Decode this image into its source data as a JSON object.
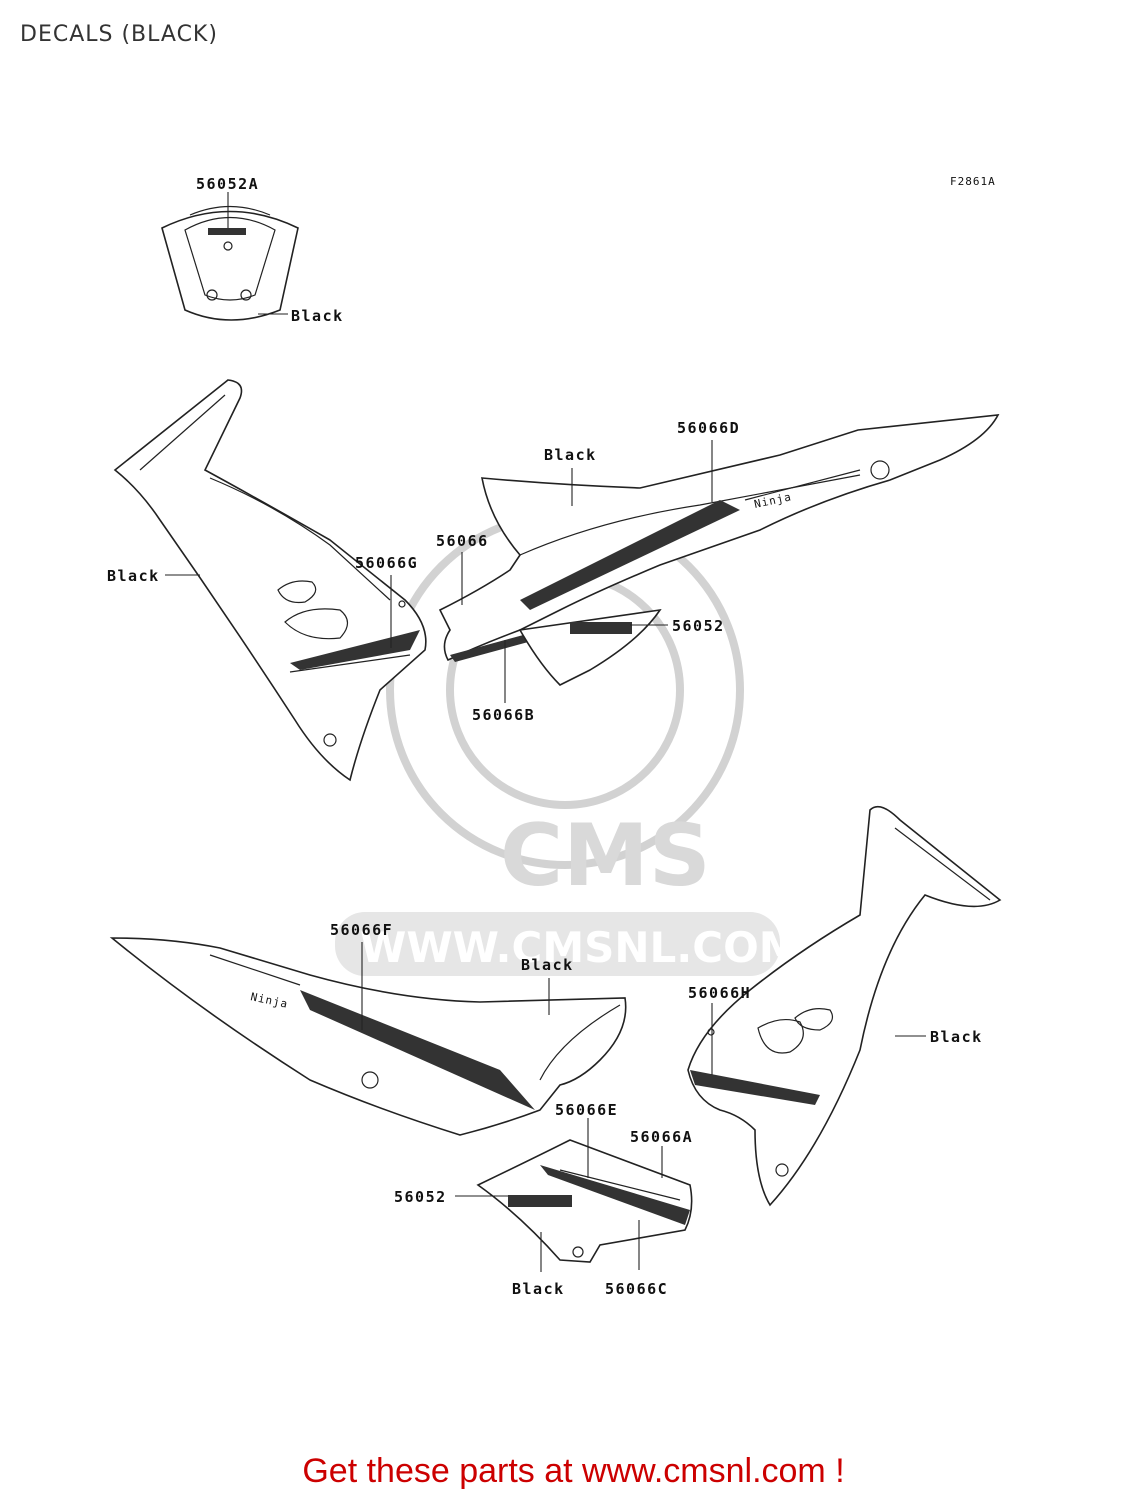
{
  "title": "DECALS (BLACK)",
  "figure_code": "F2861A",
  "watermark": {
    "brand": "CMS",
    "url": "WWW.CMSNL.COM"
  },
  "labels": {
    "p56052A": "56052A",
    "black_tail": "Black",
    "black_cowl_left": "Black",
    "black_upper_right": "Black",
    "p56066D": "56066D",
    "p56066G": "56066G",
    "p56066_top": "56066",
    "p56052_top": "56052",
    "p56066B": "56066B",
    "p56066F": "56066F",
    "black_lower_left": "Black",
    "p56066H": "56066H",
    "black_cowl_right": "Black",
    "p56066E": "56066E",
    "p56066A": "56066A",
    "p56052_bottom": "56052",
    "black_bottom": "Black",
    "p56066C": "56066C"
  },
  "footer": "Get these parts at www.cmsnl.com !"
}
